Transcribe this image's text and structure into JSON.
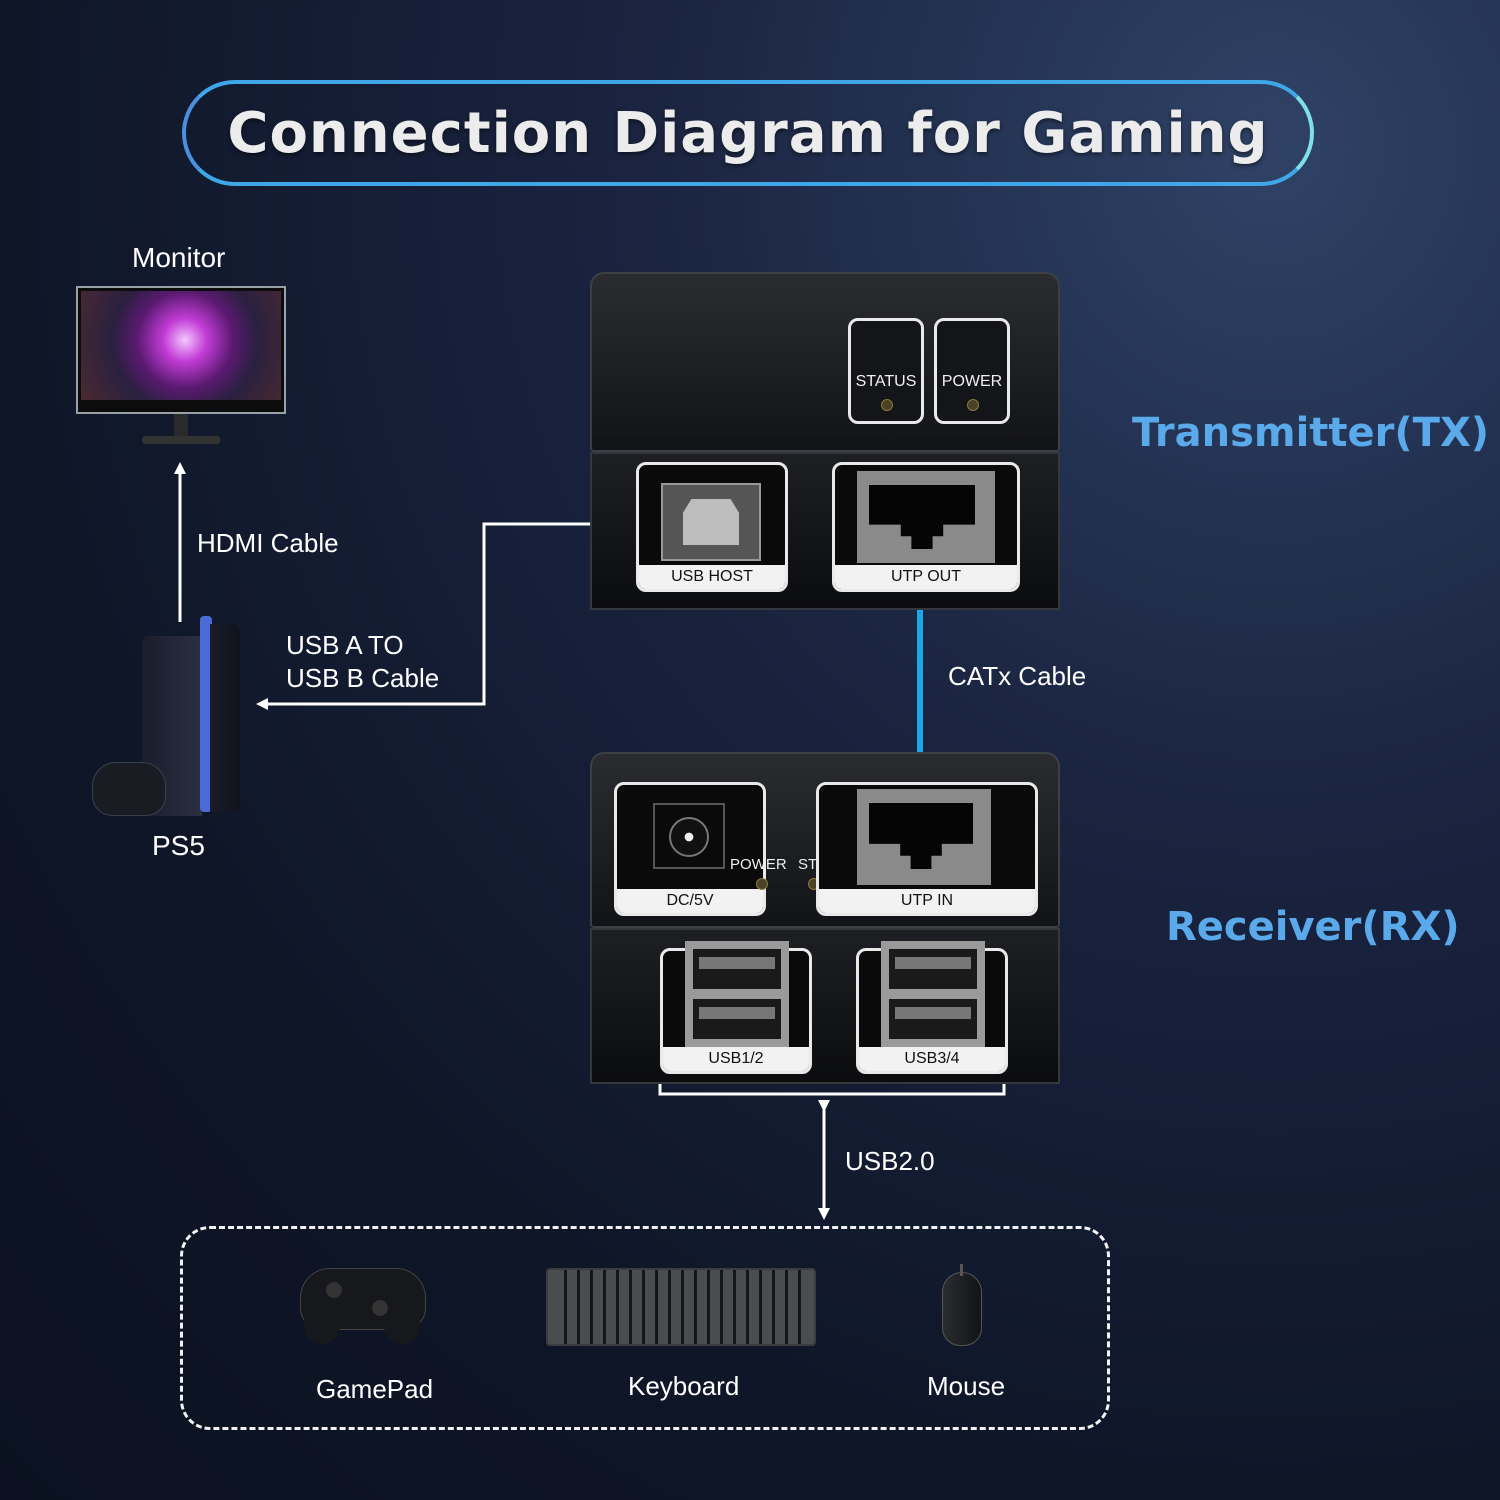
{
  "title": "Connection Diagram for Gaming",
  "labels": {
    "monitor": "Monitor",
    "hdmi_cable": "HDMI Cable",
    "usb_cable_line1": "USB A TO",
    "usb_cable_line2": "USB B Cable",
    "ps5": "PS5",
    "catx_cable": "CATx Cable",
    "usb20": "USB2.0",
    "transmitter": "Transmitter(TX)",
    "receiver": "Receiver(RX)"
  },
  "transmitter": {
    "status_label": "STATUS",
    "power_label": "POWER",
    "usb_host_label": "USB HOST",
    "utp_out_label": "UTP OUT"
  },
  "receiver": {
    "dc_label": "DC/5V",
    "power_label": "POWER",
    "status_label": "STATUS",
    "utp_in_label": "UTP IN",
    "usb12_label": "USB1/2",
    "usb34_label": "USB3/4"
  },
  "peripherals": [
    {
      "label": "GamePad"
    },
    {
      "label": "Keyboard"
    },
    {
      "label": "Mouse"
    }
  ],
  "colors": {
    "cat_cable": "#1aa9e6",
    "title_border": "#3fa6e8",
    "transmitter_title": "#5aa9ea",
    "receiver_title": "#5aa9ea"
  }
}
